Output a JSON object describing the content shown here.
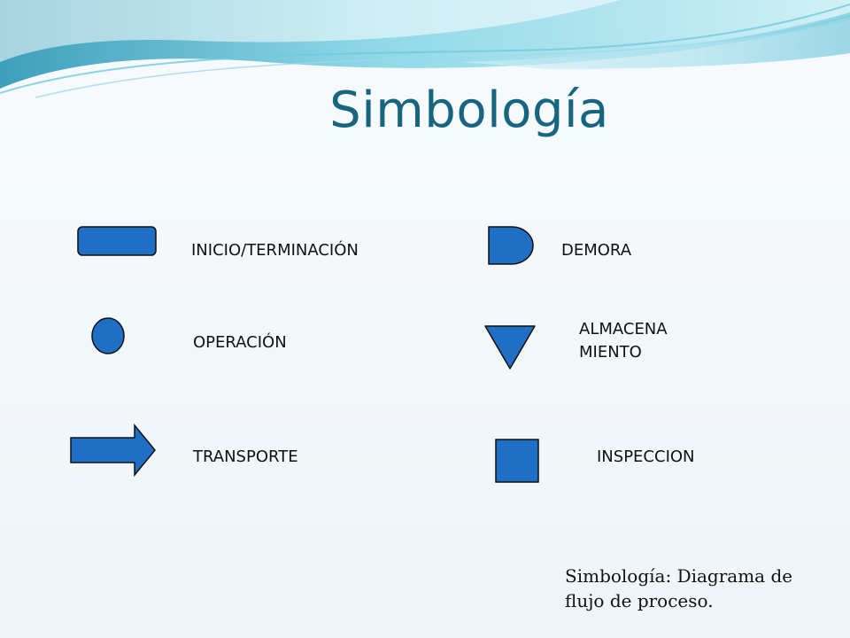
{
  "slide": {
    "title": "Simbología",
    "caption": "Simbología: Diagrama de flujo de proceso."
  },
  "symbols": [
    {
      "id": "inicio_terminacion",
      "label": "INICIO/TERMINACIÓN",
      "shape": "rounded-rectangle"
    },
    {
      "id": "demora",
      "label": "DEMORA",
      "shape": "d-shape"
    },
    {
      "id": "operacion",
      "label": "OPERACIÓN",
      "shape": "circle"
    },
    {
      "id": "almacenamiento",
      "label_line1": "ALMACENA",
      "label_line2": "MIENTO",
      "shape": "inverted-triangle"
    },
    {
      "id": "transporte",
      "label": "TRANSPORTE",
      "shape": "arrow"
    },
    {
      "id": "inspeccion",
      "label": "INSPECCION",
      "shape": "square"
    }
  ],
  "colors": {
    "symbol_fill": "#1f6fc5",
    "symbol_stroke": "#111111",
    "title": "#17657f",
    "swoosh": "#6fc9dc"
  }
}
